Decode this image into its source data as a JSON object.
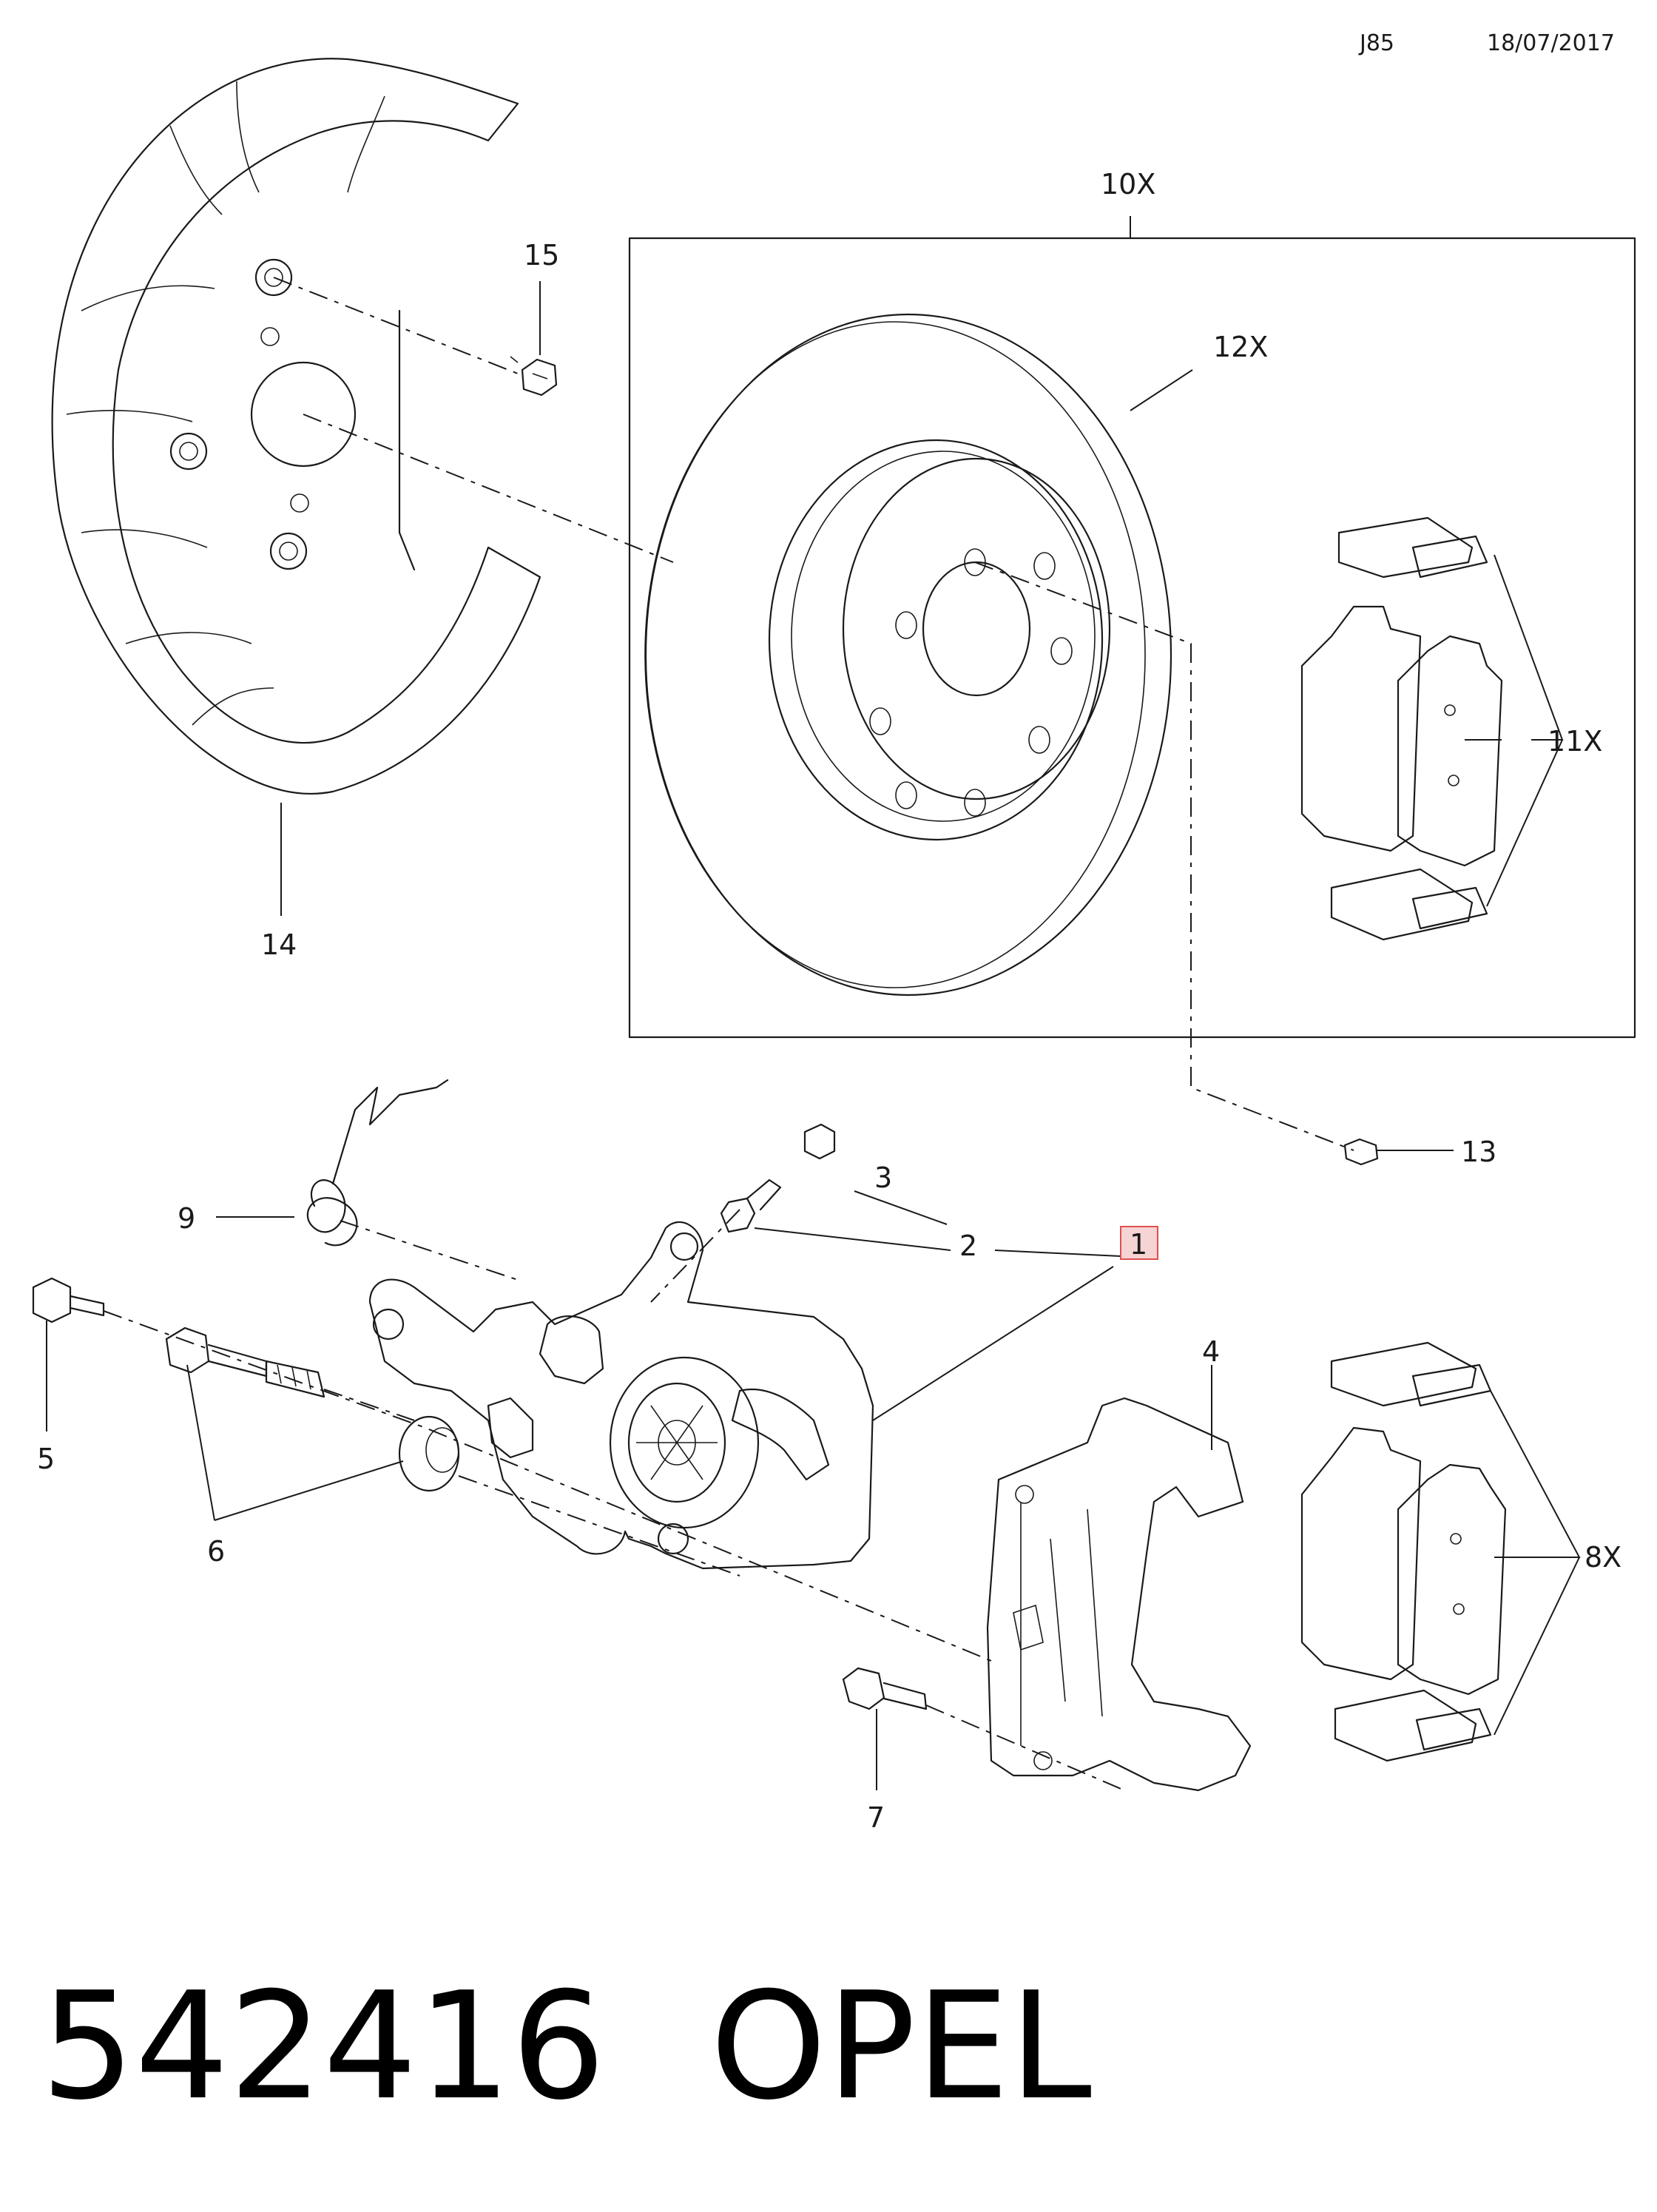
{
  "header": {
    "code": "J85",
    "date": "18/07/2017"
  },
  "callouts": {
    "c1": "1",
    "c2": "2",
    "c3": "3",
    "c4": "4",
    "c5": "5",
    "c6": "6",
    "c7": "7",
    "c8x": "8X",
    "c9": "9",
    "c10x": "10X",
    "c11x": "11X",
    "c12x": "12X",
    "c13": "13",
    "c14": "14",
    "c15": "15"
  },
  "highlight": {
    "callout": "1",
    "color": "#f6d4d4",
    "border": "#e05050"
  },
  "footer": {
    "part_number": "542416",
    "brand": "OPEL"
  }
}
